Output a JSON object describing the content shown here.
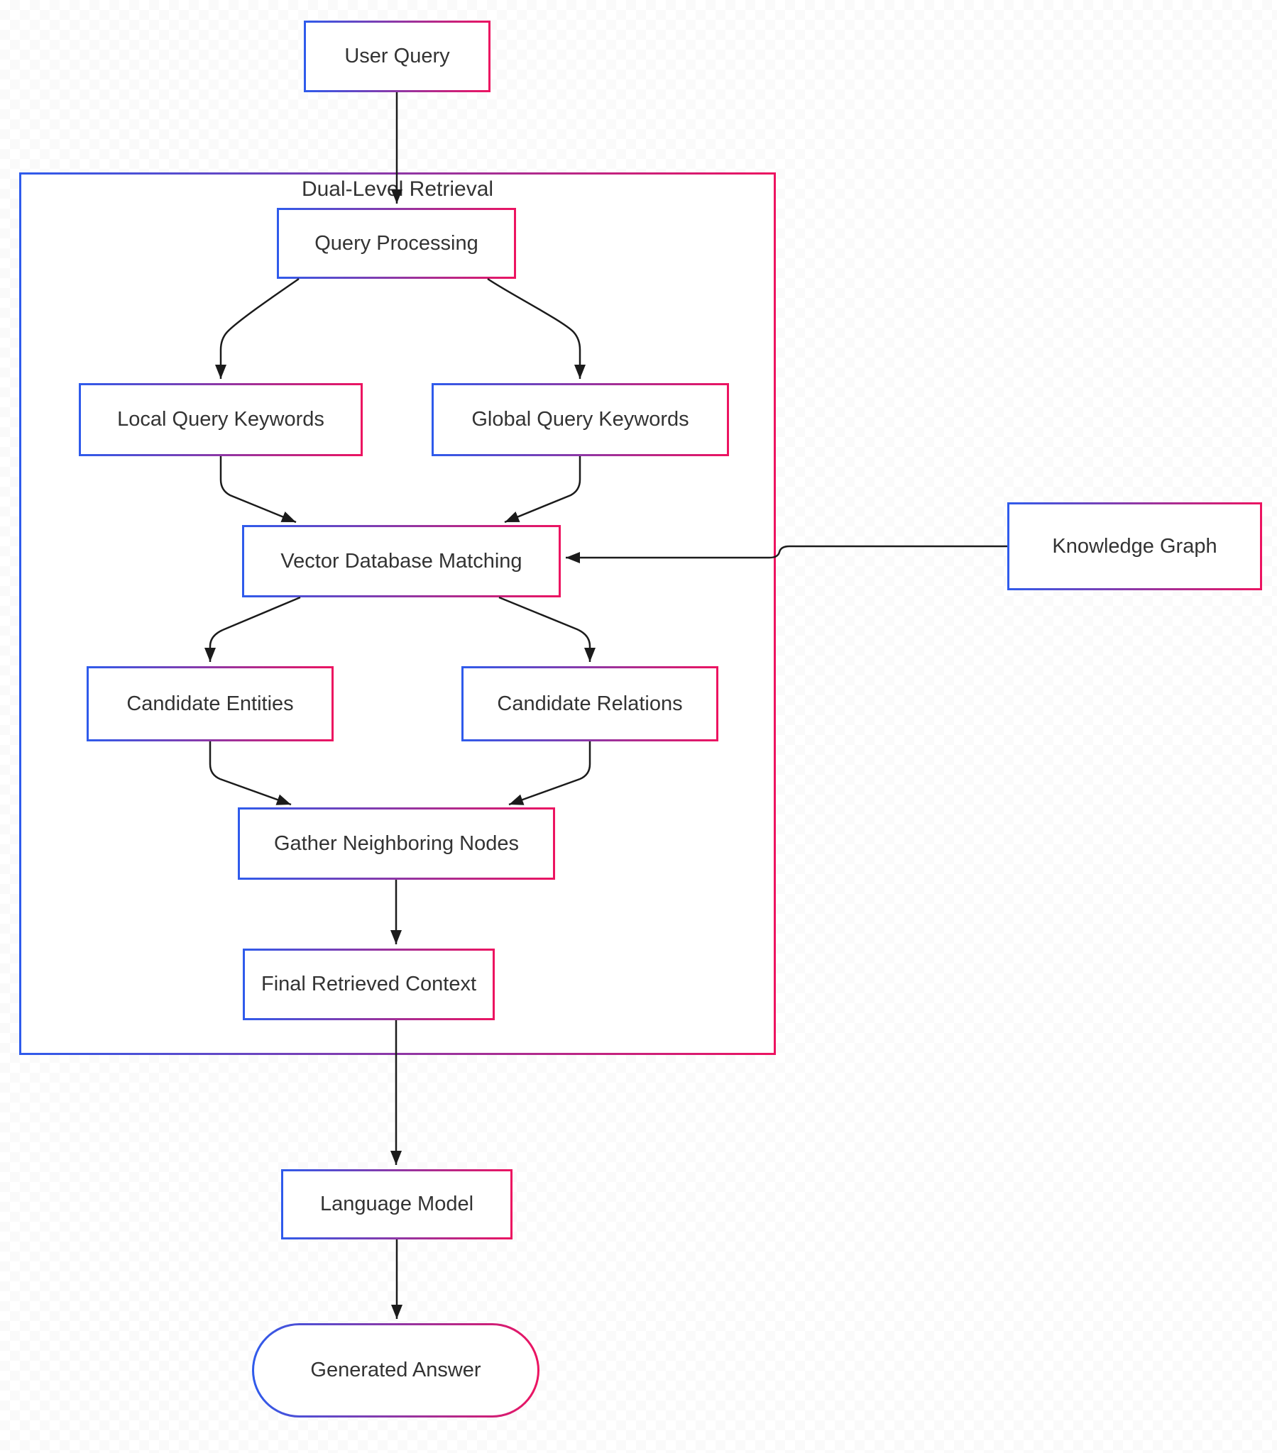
{
  "colors": {
    "accent_blue": "#2E5BEC",
    "accent_pink": "#ED1360",
    "line": "#1b1b1b",
    "text": "#333333",
    "node_fill": "#ffffff",
    "background": "#ffffff"
  },
  "diagram": {
    "container_label": "Dual-Level Retrieval",
    "nodes": {
      "user_query": "User Query",
      "query_processing": "Query Processing",
      "local_keywords": "Local Query Keywords",
      "global_keywords": "Global Query Keywords",
      "vector_db": "Vector Database Matching",
      "candidate_entities": "Candidate Entities",
      "candidate_relations": "Candidate Relations",
      "gather_nodes": "Gather Neighboring Nodes",
      "final_context": "Final Retrieved Context",
      "knowledge_graph": "Knowledge Graph",
      "language_model": "Language Model",
      "generated_answer": "Generated Answer"
    },
    "edges": [
      {
        "from": "user_query",
        "to": "query_processing"
      },
      {
        "from": "query_processing",
        "to": "local_keywords"
      },
      {
        "from": "query_processing",
        "to": "global_keywords"
      },
      {
        "from": "local_keywords",
        "to": "vector_db"
      },
      {
        "from": "global_keywords",
        "to": "vector_db"
      },
      {
        "from": "knowledge_graph",
        "to": "vector_db"
      },
      {
        "from": "vector_db",
        "to": "candidate_entities"
      },
      {
        "from": "vector_db",
        "to": "candidate_relations"
      },
      {
        "from": "candidate_entities",
        "to": "gather_nodes"
      },
      {
        "from": "candidate_relations",
        "to": "gather_nodes"
      },
      {
        "from": "gather_nodes",
        "to": "final_context"
      },
      {
        "from": "final_context",
        "to": "language_model"
      },
      {
        "from": "language_model",
        "to": "generated_answer"
      }
    ]
  }
}
